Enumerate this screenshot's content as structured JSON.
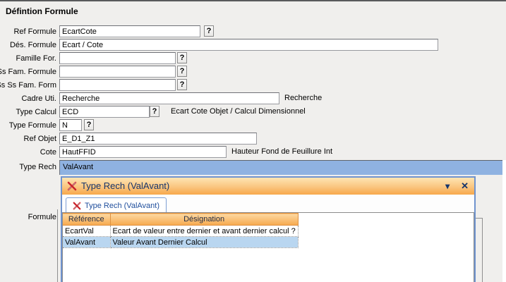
{
  "page": {
    "title": "Défintion Formule"
  },
  "form": {
    "help_label": "?",
    "fields": {
      "ref_formule": {
        "label": "Ref Formule",
        "value": "EcartCote"
      },
      "des_formule": {
        "label": "Dés. Formule",
        "value": "Ecart / Cote"
      },
      "famille_for": {
        "label": "Famille For.",
        "value": ""
      },
      "ss_fam_formule": {
        "label": "Ss Fam. Formule",
        "value": ""
      },
      "ss_ss_fam_form": {
        "label": "Ss Ss Fam. Form",
        "value": ""
      },
      "cadre_uti": {
        "label": "Cadre Uti.",
        "value": "Recherche",
        "side_label": "Recherche"
      },
      "type_calcul": {
        "label": "Type Calcul",
        "value": "ECD",
        "side_label": "Ecart Cote Objet / Calcul Dimensionnel"
      },
      "type_formule": {
        "label": "Type Formule",
        "value": "N"
      },
      "ref_objet": {
        "label": "Ref Objet",
        "value": "E_D1_Z1"
      },
      "cote": {
        "label": "Cote",
        "value": "HautFFID",
        "side_label": "Hauteur Fond de Feuillure Int"
      },
      "type_rech": {
        "label": "Type Rech",
        "value": "ValAvant"
      },
      "formule": {
        "label": "Formule"
      }
    }
  },
  "popup": {
    "title": "Type Rech (ValAvant)",
    "collapse_glyph": "▾",
    "close_glyph": "✕",
    "tab_label": "Type Rech (ValAvant)",
    "table": {
      "columns": {
        "reference": "Référence",
        "designation": "Désignation"
      },
      "rows": [
        {
          "reference": "EcartVal",
          "designation": "Ecart de valeur entre dernier et avant dernier calcul ?"
        },
        {
          "reference": "ValAvant",
          "designation": "Valeur Avant Dernier Calcul"
        }
      ]
    }
  },
  "colors": {
    "titlebar_gradient_top": "#FEE5B4",
    "titlebar_gradient_bottom": "#F7A84C",
    "popup_border": "#6F93CE",
    "selection_blue": "#8FB2E1",
    "row_selected_blue": "#B9D6F0",
    "header_gradient_top": "#FCD9A2",
    "header_gradient_bottom": "#F7A94E",
    "title_text": "#16356B",
    "tab_text": "#1F4E9C"
  }
}
